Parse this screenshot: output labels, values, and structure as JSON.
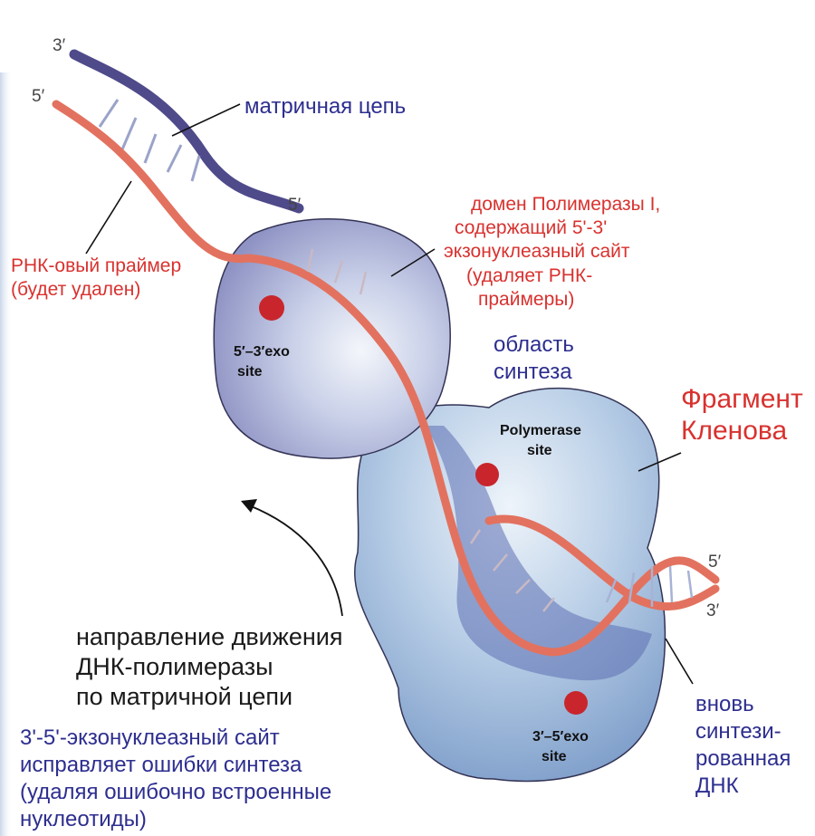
{
  "labels": {
    "template_strand": "матричная цепь",
    "rna_primer": [
      "РНК-овый праймер",
      "(будет удален)"
    ],
    "pol1_domain": [
      "домен  Полимеразы I,",
      "содержащий 5'-3'",
      "экзонуклеазный сайт",
      "(удаляет РНК-",
      "праймеры)"
    ],
    "exo53_site": [
      "5′–3′exo",
      "site"
    ],
    "synthesis_region": [
      "область",
      "синтеза"
    ],
    "klenow": [
      "Фрагмент",
      "Кленова"
    ],
    "polymerase_site": [
      "Polymerase",
      "site"
    ],
    "exo35_site": [
      "3′–5′exo",
      "site"
    ],
    "movement_direction": [
      "направление движения",
      "ДНК-полимеразы",
      "по матричной цепи"
    ],
    "proofreading": [
      "3'-5'-экзонуклеазный сайт",
      "исправляет ошибки синтеза",
      "(удаляя ошибочно встроенные",
      "нуклеотиды)"
    ],
    "new_dna": [
      "вновь",
      "синтези-",
      "рованная",
      "ДНК"
    ]
  },
  "strand_ends": {
    "top_3": "3′",
    "top_5": "5′",
    "template_5": "5′",
    "right_5": "5′",
    "right_3": "3′"
  },
  "colors": {
    "template_strand": "#4f4a8a",
    "new_strand": "#e2725f",
    "active_site": "#c8262c",
    "domain_fill": "#b9c8e6",
    "label_red": "#d8322f",
    "label_blue": "#2d2e8f"
  }
}
